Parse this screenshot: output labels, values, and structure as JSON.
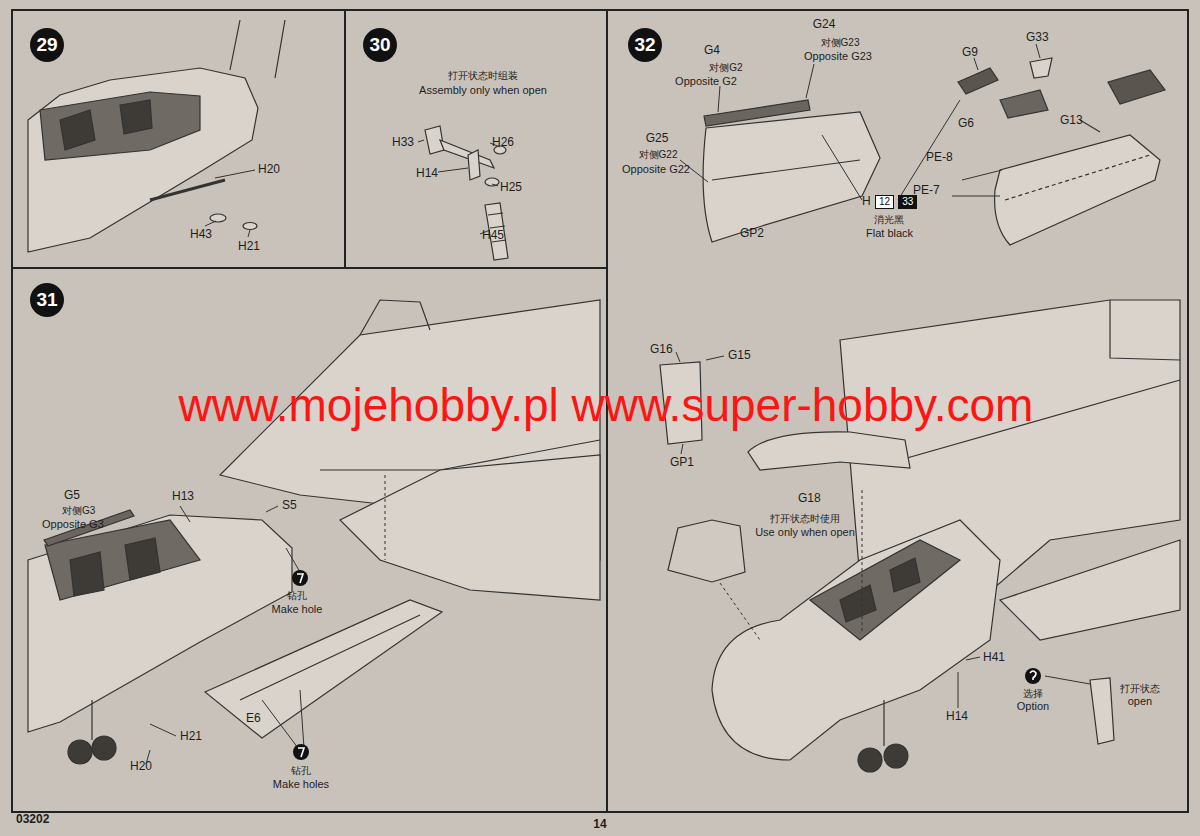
{
  "diagram": {
    "nodes": [
      {
        "text": [
          "29"
        ]
      },
      {
        "text": [
          "30"
        ]
      },
      {
        "text": [
          "32"
        ]
      },
      {
        "text": [
          "31"
        ]
      },
      {
        "text": [
          "12"
        ]
      },
      {
        "text": [
          "33"
        ]
      }
    ],
    "labels": [
      "H20",
      "H43",
      "H21",
      "打开状态时组装",
      "Assembly only when open",
      "H33",
      "H26",
      "H14",
      "H25",
      "H45",
      "G24",
      "对侧G23",
      "Opposite G23",
      "G4",
      "对侧G2",
      "Opposite G2",
      "G25",
      "对侧G22",
      "Opposite G22",
      "GP2",
      "G9",
      "G33",
      "G6",
      "G13",
      "PE-8",
      "PE-7",
      "H",
      "消光黑",
      "Flat black",
      "www.mojehobby.pl www.super-hobby.com",
      "G5",
      "对侧G3",
      "Opposite G3",
      "H13",
      "S5",
      "钻孔",
      "Make hole",
      "E6",
      "钻孔",
      "Make holes",
      "H21",
      "H20",
      "G16",
      "G15",
      "GP1",
      "G18",
      "打开状态时使用",
      "Use only when open",
      "H41",
      "H14",
      "选择",
      "Option",
      "打开状态",
      "open",
      "03202",
      "14"
    ]
  }
}
